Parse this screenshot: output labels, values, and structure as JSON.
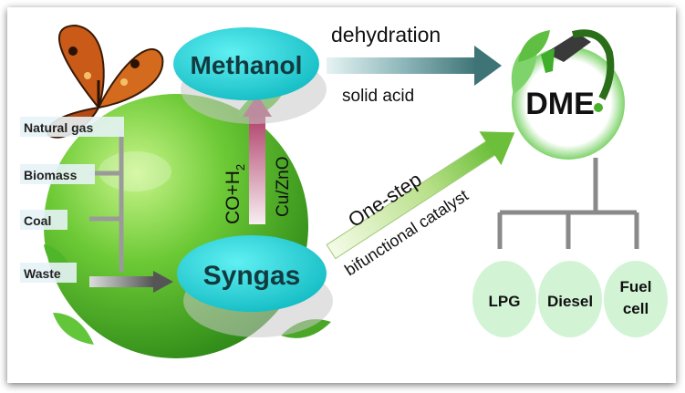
{
  "feedstocks": [
    "Natural gas",
    "Biomass",
    "Coal",
    "Waste"
  ],
  "nodes": {
    "methanol": "Methanol",
    "syngas": "Syngas",
    "dme": "DME"
  },
  "upward_arrow": {
    "reactants": "CO+H",
    "subscript": "2",
    "catalyst": "Cu/ZnO"
  },
  "top_arrow": {
    "label_above": "dehydration",
    "label_below": "solid acid"
  },
  "diagonal_arrow": {
    "label_above": "One-step",
    "label_below": "bifunctional catalyst"
  },
  "products": [
    {
      "line1": "LPG",
      "line2": ""
    },
    {
      "line1": "Diesel",
      "line2": ""
    },
    {
      "line1": "Fuel",
      "line2": "cell"
    }
  ],
  "colors": {
    "bubble": "#1fd0d6",
    "product_circle": "#d2f4d5",
    "tree": "#8a8a8a",
    "sphere": "#5dc12e"
  }
}
